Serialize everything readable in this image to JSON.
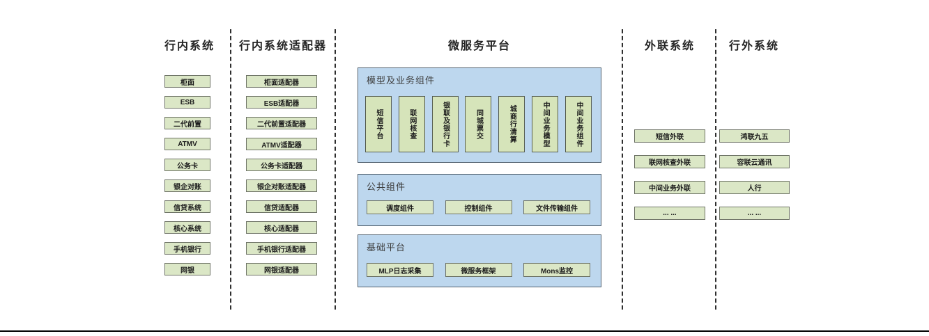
{
  "colors": {
    "green_fill": "#dbe7c6",
    "green_fill_panel": "#d6e4ba",
    "green_border": "#6e7366",
    "blue_fill": "#bdd7ee",
    "blue_border": "#51606e",
    "separator": "#2e2e2e",
    "bottom_rule": "#000000"
  },
  "internal": {
    "title": "行内系统",
    "items": [
      "柜面",
      "ESB",
      "二代前置",
      "ATMV",
      "公务卡",
      "银企对账",
      "信贷系统",
      "核心系统",
      "手机银行",
      "网银"
    ]
  },
  "adapters": {
    "title": "行内系统适配器",
    "items": [
      "柜面适配器",
      "ESB适配器",
      "二代前置适配器",
      "ATMV适配器",
      "公务卡适配器",
      "银企对账适配器",
      "信贷适配器",
      "核心适配器",
      "手机银行适配器",
      "网银适配器"
    ]
  },
  "platform": {
    "title": "微服务平台",
    "model_panel": {
      "label": "模型及业务组件",
      "items": [
        "短信平台",
        "联网核查",
        "银联及银行卡",
        "同城票交",
        "城商行清算",
        "中间业务模型",
        "中间业务组件"
      ]
    },
    "common_panel": {
      "label": "公共组件",
      "items": [
        "调度组件",
        "控制组件",
        "文件传输组件"
      ]
    },
    "base_panel": {
      "label": "基础平台",
      "items": [
        "MLP日志采集",
        "微服务框架",
        "Mons监控"
      ]
    }
  },
  "outreach": {
    "title": "外联系统",
    "items": [
      "短信外联",
      "联网核查外联",
      "中间业务外联",
      "... ..."
    ]
  },
  "external": {
    "title": "行外系统",
    "items": [
      "鸿联九五",
      "容联云通讯",
      "人行",
      "... ..."
    ]
  }
}
